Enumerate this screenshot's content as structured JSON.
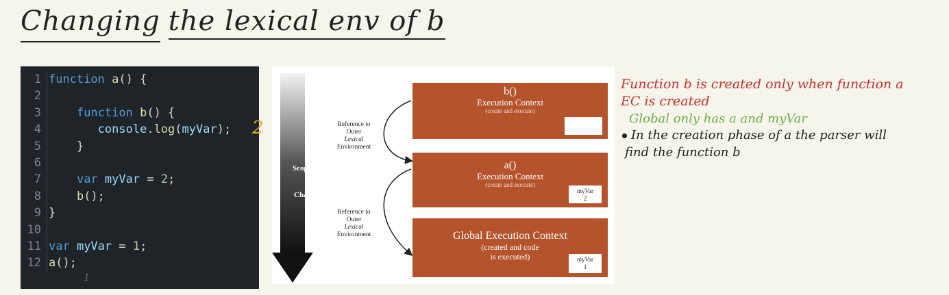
{
  "title": {
    "word1": "Changing",
    "rest": "the lexical env of b"
  },
  "code": {
    "lines": [
      {
        "n": "1",
        "segments": [
          [
            "kw",
            "function "
          ],
          [
            "fn",
            "a"
          ],
          [
            "plain",
            "() {"
          ]
        ]
      },
      {
        "n": "2",
        "segments": []
      },
      {
        "n": "3",
        "segments": [
          [
            "plain",
            "    "
          ],
          [
            "kw",
            "function "
          ],
          [
            "fn",
            "b"
          ],
          [
            "plain",
            "() {"
          ]
        ]
      },
      {
        "n": "4",
        "segments": [
          [
            "plain",
            "       "
          ],
          [
            "var",
            "console"
          ],
          [
            "plain",
            "."
          ],
          [
            "fn",
            "log"
          ],
          [
            "plain",
            "("
          ],
          [
            "var",
            "myVar"
          ],
          [
            "plain",
            ");"
          ]
        ]
      },
      {
        "n": "5",
        "segments": [
          [
            "plain",
            "    }"
          ]
        ]
      },
      {
        "n": "6",
        "segments": []
      },
      {
        "n": "7",
        "segments": [
          [
            "plain",
            "    "
          ],
          [
            "kw",
            "var "
          ],
          [
            "var",
            "myVar"
          ],
          [
            "plain",
            " = "
          ],
          [
            "num",
            "2"
          ],
          [
            "plain",
            ";"
          ]
        ]
      },
      {
        "n": "8",
        "segments": [
          [
            "plain",
            "    "
          ],
          [
            "fn",
            "b"
          ],
          [
            "plain",
            "();"
          ]
        ]
      },
      {
        "n": "9",
        "segments": [
          [
            "plain",
            "}"
          ]
        ]
      },
      {
        "n": "10",
        "segments": []
      },
      {
        "n": "11",
        "segments": [
          [
            "kw",
            "var "
          ],
          [
            "var",
            "myVar"
          ],
          [
            "plain",
            " = "
          ],
          [
            "num",
            "1"
          ],
          [
            "plain",
            ";"
          ]
        ]
      },
      {
        "n": "12",
        "segments": [
          [
            "fn",
            "a"
          ],
          [
            "plain",
            "();"
          ]
        ]
      }
    ],
    "annotation_2": "2",
    "annotation_1": "1"
  },
  "diagram": {
    "scope_label_1": "Scope",
    "scope_label_2": "Chain",
    "ref_text": [
      "Reference to",
      "Outer",
      "Lexical",
      "Environment"
    ],
    "boxes": [
      {
        "title": "b()",
        "ctx": "Execution Context",
        "sub": "(create and execute)",
        "var": ""
      },
      {
        "title": "a()",
        "ctx": "Execution Context",
        "sub": "(create and execute)",
        "var": "myVar\n2"
      },
      {
        "title": "Global Execution Context",
        "ctx": "(created and code",
        "sub": "is executed)",
        "var": "myVar\n1"
      }
    ]
  },
  "notes": {
    "red_line1": "Function b is created only when function a",
    "red_line2": "EC is created",
    "green_line": "Global only has a and myVar",
    "black_line1": "In the creation phase of a the parser will",
    "black_line2": "find the function b"
  },
  "colors": {
    "box": "#b5532c",
    "red_note": "#c8302c",
    "green_note": "#6aae45",
    "code_bg": "#1f2428"
  }
}
